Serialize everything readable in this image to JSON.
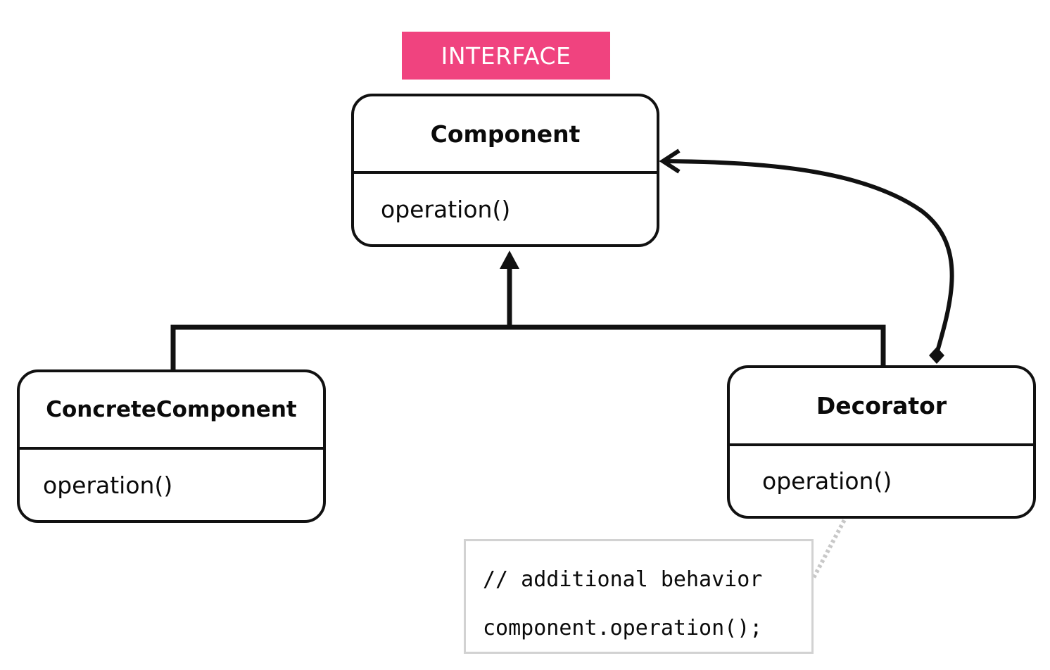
{
  "stereotype_tag": "INTERFACE",
  "classes": {
    "component": {
      "name": "Component",
      "method": "operation()"
    },
    "concrete_component": {
      "name": "ConcreteComponent",
      "method": "operation()"
    },
    "decorator": {
      "name": "Decorator",
      "method": "operation()"
    }
  },
  "note": {
    "lines": [
      "// additional behavior",
      "component.operation();"
    ]
  },
  "colors": {
    "tag_background": "#f0437f",
    "tag_text": "#ffffff",
    "line": "#111111",
    "note_border": "#d2d2d2",
    "note_connector": "#c8c8c8"
  }
}
